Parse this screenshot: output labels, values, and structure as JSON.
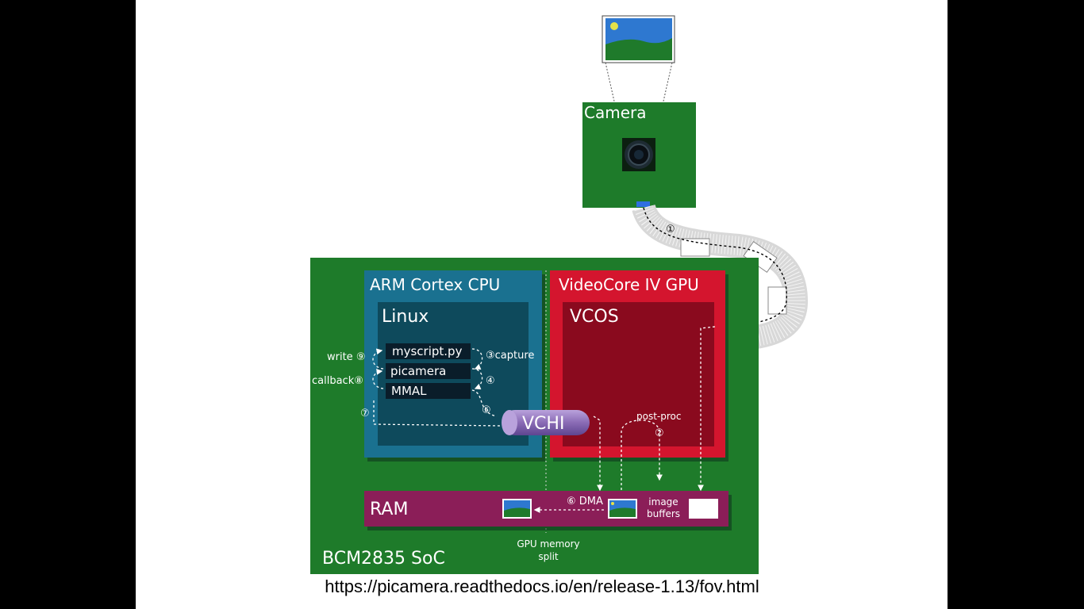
{
  "diagram": {
    "camera_label": "Camera",
    "soc_label": "BCM2835 SoC",
    "cpu_label": "ARM Cortex CPU",
    "linux_label": "Linux",
    "gpu_label": "VideoCore IV GPU",
    "vcos_label": "VCOS",
    "ram_label": "RAM",
    "vchi_label": "VCHI",
    "stack": [
      "myscript.py",
      "picamera",
      "MMAL"
    ],
    "steps": {
      "s1": "①",
      "s2": "②",
      "s3": "③capture",
      "s4": "④",
      "s5": "⑤",
      "s6": "⑥ DMA",
      "s7": "⑦",
      "s8": "callback⑧",
      "s9": "write ⑨"
    },
    "post_proc": "post-proc",
    "image_buffers_1": "image",
    "image_buffers_2": "buffers",
    "gpu_split_1": "GPU memory",
    "gpu_split_2": "split"
  },
  "footer": {
    "url": "https://picamera.readthedocs.io/en/release-1.13/fov.html"
  },
  "colors": {
    "board_green": "#1e7b2a",
    "cpu_blue": "#1a7190",
    "linux_dark": "#0e4a5c",
    "gpu_red": "#d4152e",
    "vcos_dark": "#8a0a1e",
    "ram_purple": "#8b1e58",
    "vchi_purple": "#8a6bb5"
  }
}
